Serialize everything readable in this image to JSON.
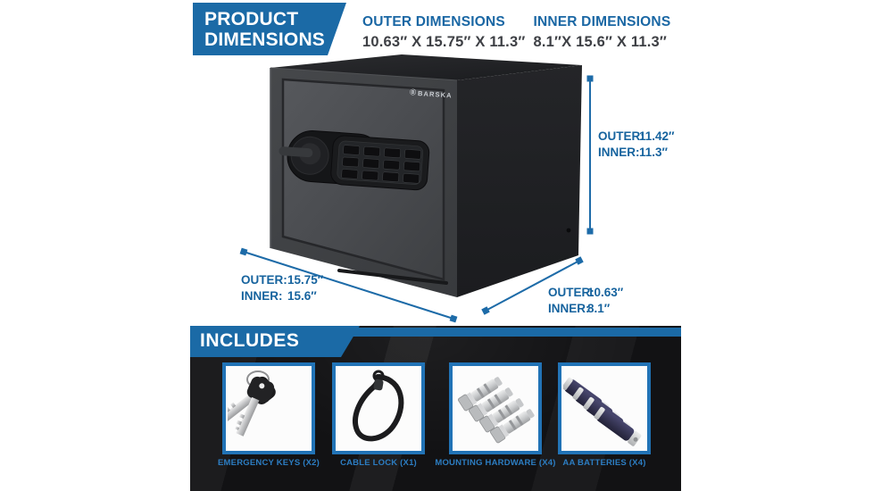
{
  "colors": {
    "brand_blue": "#1b6aa6",
    "dim_line_blue": "#1d6ba8",
    "dim_text_blue": "#16639e",
    "value_dark": "#3e4045",
    "panel_dark": "#121214",
    "box_border_blue": "#2173b6",
    "item_label_blue": "#2c7dc2"
  },
  "header": {
    "title_line1": "PRODUCT",
    "title_line2": "DIMENSIONS",
    "outer_dimensions": {
      "label": "OUTER DIMENSIONS",
      "value": "10.63″ X 15.75″ X 11.3″"
    },
    "inner_dimensions": {
      "label": "INNER DIMENSIONS",
      "value": "8.1″X 15.6″ X 11.3″"
    }
  },
  "safe": {
    "brand_mark": "Ⓑ",
    "brand_name": "BARSKA"
  },
  "dimensions": {
    "height": {
      "outer_label": "OUTER:",
      "outer_value": "11.42″",
      "inner_label": "INNER:",
      "inner_value": "11.3″"
    },
    "width": {
      "outer_label": "OUTER:",
      "outer_value": "15.75″",
      "inner_label": "INNER:",
      "inner_value": "15.6″"
    },
    "depth": {
      "outer_label": "OUTER:",
      "outer_value": "10.63″",
      "inner_label": "INNER:",
      "inner_value": "8.1″"
    }
  },
  "includes": {
    "title": "INCLUDES",
    "items": [
      {
        "label": "EMERGENCY KEYS (X2)",
        "icon": "keys-icon"
      },
      {
        "label": "CABLE LOCK (X1)",
        "icon": "cable-lock-icon"
      },
      {
        "label": "MOUNTING HARDWARE (X4)",
        "icon": "mounting-hardware-icon"
      },
      {
        "label": "AA BATTERIES (X4)",
        "icon": "battery-icon"
      }
    ]
  }
}
